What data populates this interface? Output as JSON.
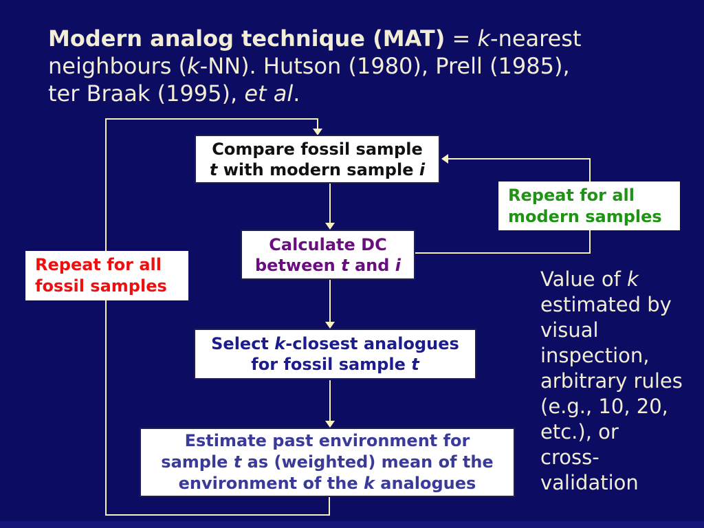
{
  "slide": {
    "colors": {
      "background": "#0C0C63",
      "bottom_strip": "#15157A",
      "title_text": "#F2EED6",
      "note_text": "#F2EED6",
      "connector_line": "#F7F3BC",
      "box_fill": "#FFFFFF",
      "box_border": "#1E1E5A",
      "compare_text": "#111111",
      "calculate_text": "#6B0D80",
      "select_text": "#1C1C8F",
      "estimate_text": "#3A3A9A",
      "repeat_fossil_text": "#EE1010",
      "repeat_modern_text": "#1F9414"
    },
    "title": {
      "segments": [
        {
          "t": "Modern analog technique (MAT)",
          "b": true
        },
        {
          "t": " = "
        },
        {
          "t": "k",
          "i": true
        },
        {
          "t": "-nearest\nneighbours ("
        },
        {
          "t": "k",
          "i": true
        },
        {
          "t": "-NN). Hutson (1980), Prell (1985),\nter Braak (1995), "
        },
        {
          "t": "et al",
          "i": true
        },
        {
          "t": "."
        }
      ]
    },
    "flowchart": {
      "boxes": {
        "compare": {
          "segments": [
            {
              "t": "Compare fossil sample\n"
            },
            {
              "t": "t",
              "i": true
            },
            {
              "t": " with modern sample "
            },
            {
              "t": "i",
              "i": true
            }
          ]
        },
        "calculate": {
          "segments": [
            {
              "t": "Calculate DC\nbetween "
            },
            {
              "t": "t",
              "i": true
            },
            {
              "t": " and "
            },
            {
              "t": "i",
              "i": true
            }
          ]
        },
        "select": {
          "segments": [
            {
              "t": "Select "
            },
            {
              "t": "k",
              "i": true
            },
            {
              "t": "-closest analogues\nfor fossil sample "
            },
            {
              "t": "t",
              "i": true
            }
          ]
        },
        "estimate": {
          "segments": [
            {
              "t": "Estimate past environment for\nsample "
            },
            {
              "t": "t",
              "i": true
            },
            {
              "t": " as (weighted) mean of the\nenvironment of the "
            },
            {
              "t": "k",
              "i": true
            },
            {
              "t": " analogues"
            }
          ]
        },
        "repeat_fossil": {
          "segments": [
            {
              "t": "Repeat for all\nfossil samples"
            }
          ]
        },
        "repeat_modern": {
          "segments": [
            {
              "t": "Repeat for all\nmodern samples"
            }
          ]
        }
      }
    },
    "note": {
      "segments": [
        {
          "t": "Value of "
        },
        {
          "t": "k",
          "i": true
        },
        {
          "t": "\nestimated by\nvisual\ninspection,\narbitrary rules\n(e.g., 10, 20,\netc.), or\ncross-\nvalidation"
        }
      ]
    }
  }
}
